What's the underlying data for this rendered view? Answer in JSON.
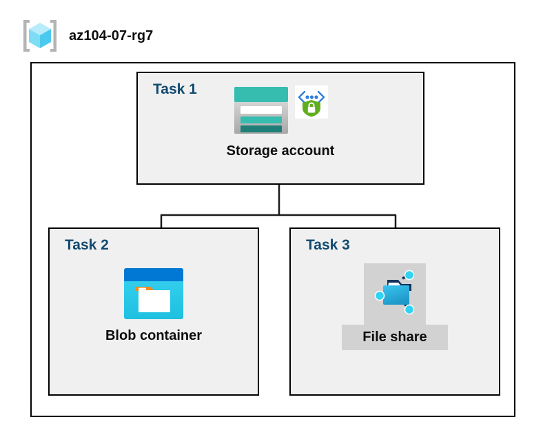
{
  "resource_group": {
    "name": "az104-07-rg7",
    "icon": "resource-group-cube-icon"
  },
  "diagram": {
    "type": "hierarchy",
    "root": "Storage account",
    "nodes": [
      {
        "id": "task-1",
        "task_label": "Task 1",
        "caption": "Storage account",
        "icon": "storage-account-icon",
        "secondary_icon": "secure-endpoint-shield-icon",
        "selected": false
      },
      {
        "id": "task-2",
        "task_label": "Task 2",
        "caption": "Blob container",
        "icon": "blob-container-icon",
        "selected": false
      },
      {
        "id": "task-3",
        "task_label": "Task 3",
        "caption": "File share",
        "icon": "file-share-icon",
        "selected": true
      }
    ],
    "edges": [
      {
        "from": "task-1",
        "to": "task-2"
      },
      {
        "from": "task-1",
        "to": "task-3"
      }
    ]
  },
  "colors": {
    "task_label": "#11496f",
    "box_fill": "#f0f0f0",
    "box_border": "#000000",
    "connector": "#1a1a1a",
    "selection_highlight": "#d2d2d2",
    "storage_teal": "#37bdb0",
    "storage_teal_dark": "#1f7f78",
    "blob_blue": "#0078d4",
    "blob_cyan": "#32cdea",
    "blob_orange": "#f08a23",
    "fileshare_blue": "#2bb3e3",
    "node_cyan": "#32d2f2",
    "shield_green": "#5fae1e",
    "cube_cyan": "#9fe6f7",
    "bracket_gray": "#b4b4b4"
  }
}
